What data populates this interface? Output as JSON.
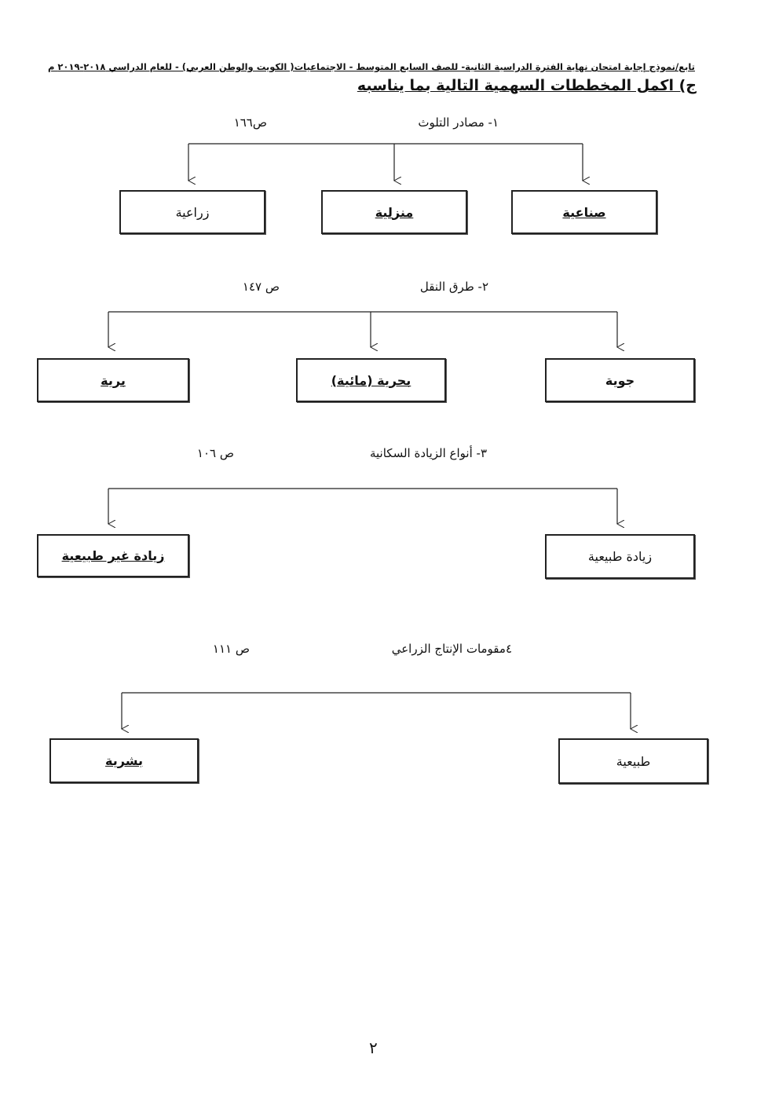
{
  "header": "تابع/نموذج إجابة امتحان نهاية الفترة الدراسية الثانية- للصف السابع المتوسط - الاجتماعيات( الكويت والوطن العربي) - للعام الدراسي ٢٠١٨-٢٠١٩ م",
  "heading": "ج) اكمل المخططات السهمية التالية بما يناسبه",
  "diagrams": [
    {
      "title": "١- مصادر التلوث",
      "ref": "ص١٦٦",
      "boxes": [
        "صناعية",
        "منزلية",
        "زراعية"
      ]
    },
    {
      "title": "٢- طرق النقل",
      "ref": "ص ١٤٧",
      "boxes": [
        "جوية",
        "بحرية (مائية)",
        "برية"
      ]
    },
    {
      "title": "٣- أنواع الزيادة السكانية",
      "ref": "ص ١٠٦",
      "boxes": [
        "زيادة طبيعية",
        "زيادة غير طبيعية"
      ]
    },
    {
      "title": "٤مقومات الإنتاج الزراعي",
      "ref": "ص ١١١",
      "boxes": [
        "طبيعية",
        "بشرية"
      ]
    }
  ],
  "page_number": "٢"
}
